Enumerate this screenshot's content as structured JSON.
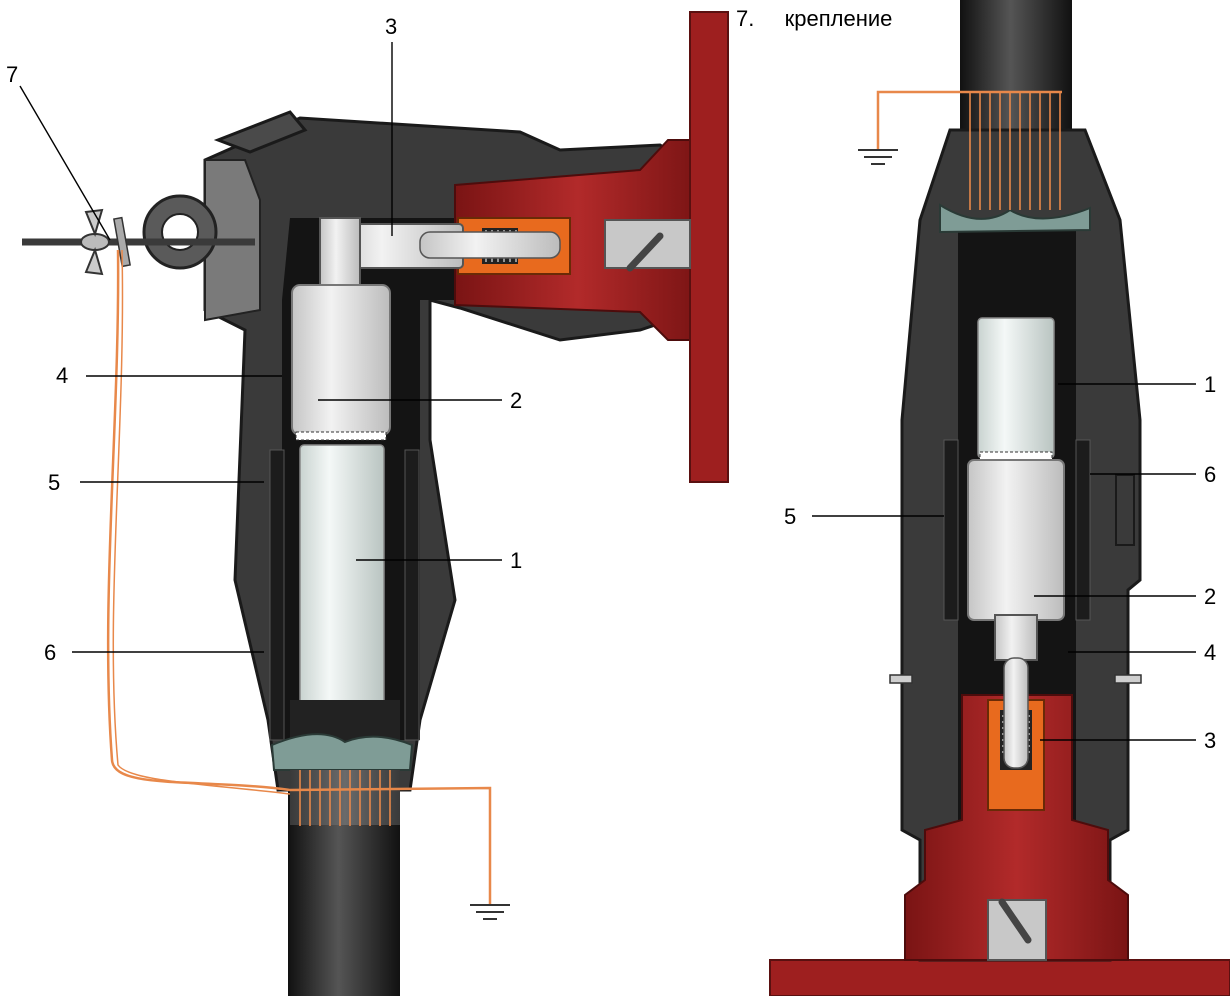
{
  "legend": {
    "top_item_number": "7.",
    "top_item_text": "крепление"
  },
  "left_labels": {
    "l1": "1",
    "l2": "2",
    "l3": "3",
    "l4": "4",
    "l5": "5",
    "l6": "6",
    "l7": "7"
  },
  "right_labels": {
    "r1": "1",
    "r2": "2",
    "r3": "3",
    "r4": "4",
    "r5": "5",
    "r6": "6"
  },
  "colors": {
    "housing_dark": "#3a3a3a",
    "housing_outline": "#1c1c1c",
    "insulation_white": "#e6eeec",
    "flange_red": "#9e1f1f",
    "contact_orange": "#e86a1e",
    "ground_wire": "#e8884a",
    "cable_black": "#222222"
  },
  "icons": {
    "ground": "ground-symbol-icon",
    "wing_nut": "wing-nut-icon"
  }
}
